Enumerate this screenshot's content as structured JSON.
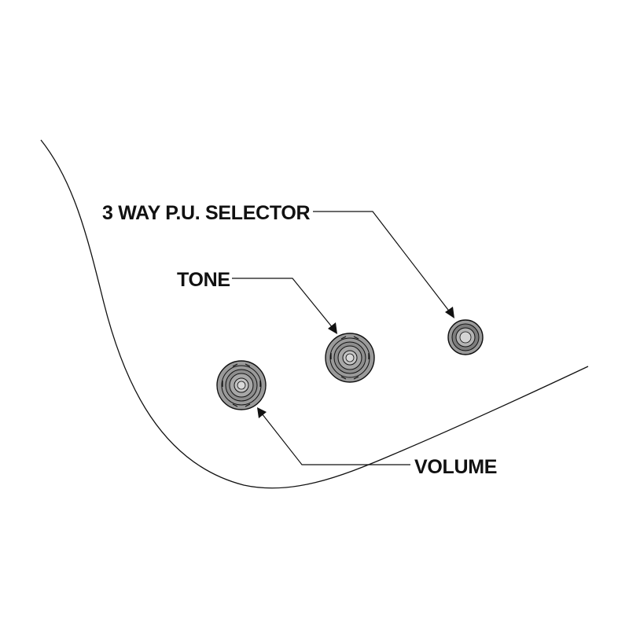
{
  "labels": {
    "selector": "3 WAY P.U. SELECTOR",
    "tone": "TONE",
    "volume": "VOLUME"
  },
  "components": [
    {
      "name": "volume-knob",
      "kind": "knob"
    },
    {
      "name": "tone-knob",
      "kind": "knob"
    },
    {
      "name": "selector-switch",
      "kind": "switch-tip"
    }
  ],
  "colors": {
    "line": "#111111",
    "knob_fill": "#9a9a9a",
    "knob_dark": "#6f6f6f",
    "knob_light": "#c4c4c4",
    "background": "#ffffff"
  }
}
